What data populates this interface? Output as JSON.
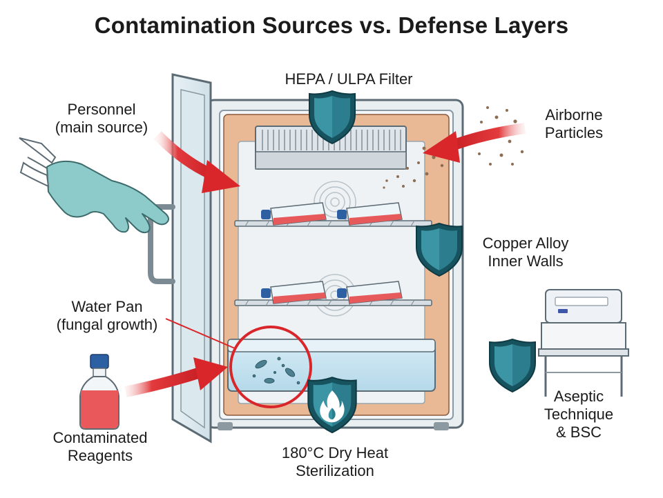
{
  "title": "Contamination Sources vs. Defense Layers",
  "sources": {
    "personnel": {
      "line1": "Personnel",
      "line2": "(main source)"
    },
    "airborne": {
      "line1": "Airborne",
      "line2": "Particles"
    },
    "water_pan": {
      "line1": "Water Pan",
      "line2": "(fungal growth)"
    },
    "reagents": {
      "line1": "Contaminated",
      "line2": "Reagents"
    }
  },
  "defenses": {
    "hepa": {
      "line1": "HEPA / ULPA Filter"
    },
    "copper": {
      "line1": "Copper Alloy",
      "line2": "Inner Walls"
    },
    "aseptic": {
      "line1": "Aseptic",
      "line2": "Technique",
      "line3": "& BSC"
    },
    "heat": {
      "line1": "180°C Dry Heat",
      "line2": "Sterilization"
    }
  },
  "icons": [
    "shield-icon",
    "flame-icon",
    "glove-icon",
    "bottle-icon",
    "biosafety-cabinet-icon",
    "fan-icon",
    "microbe-icon"
  ],
  "colors": {
    "arrow_red": "#d8262b",
    "shield_teal": "#2c7e8f",
    "shield_dark": "#16535f",
    "copper": "#e7b896",
    "glove": "#8ccbc9",
    "reagent_red": "#e9585a"
  }
}
